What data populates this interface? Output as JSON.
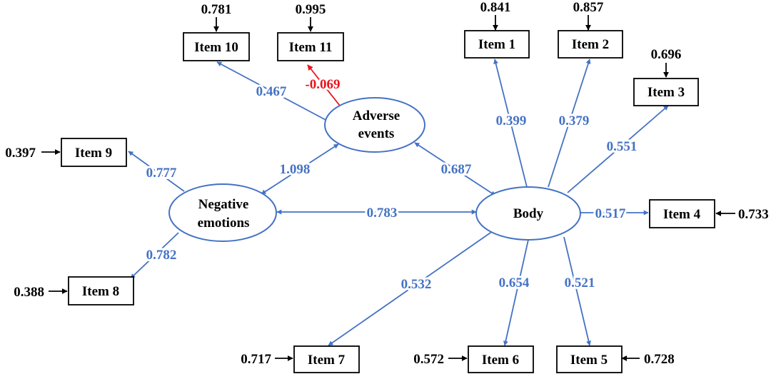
{
  "colors": {
    "path": "#4472C4",
    "negative": "#E8141C",
    "outline": "#000000"
  },
  "latents": {
    "adverse": {
      "line1": "Adverse",
      "line2": "events"
    },
    "negative": {
      "line1": "Negative",
      "line2": "emotions"
    },
    "body": {
      "label": "Body"
    }
  },
  "items": {
    "item1": "Item 1",
    "item2": "Item 2",
    "item3": "Item 3",
    "item4": "Item 4",
    "item5": "Item 5",
    "item6": "Item 6",
    "item7": "Item 7",
    "item8": "Item 8",
    "item9": "Item 9",
    "item10": "Item 10",
    "item11": "Item 11"
  },
  "errors": {
    "item1": "0.841",
    "item2": "0.857",
    "item3": "0.696",
    "item4": "0.733",
    "item5": "0.728",
    "item6": "0.572",
    "item7": "0.717",
    "item8": "0.388",
    "item9": "0.397",
    "item10": "0.781",
    "item11": "0.995"
  },
  "loadings": {
    "body_item1": "0.399",
    "body_item2": "0.379",
    "body_item3": "0.551",
    "body_item4": "0.517",
    "body_item5": "0.521",
    "body_item6": "0.654",
    "body_item7": "0.532",
    "neg_item8": "0.782",
    "neg_item9": "0.777",
    "adv_item10": "0.467",
    "adv_item11": "-0.069"
  },
  "correlations": {
    "adverse_negative": "1.098",
    "adverse_body": "0.687",
    "negative_body": "0.783"
  }
}
